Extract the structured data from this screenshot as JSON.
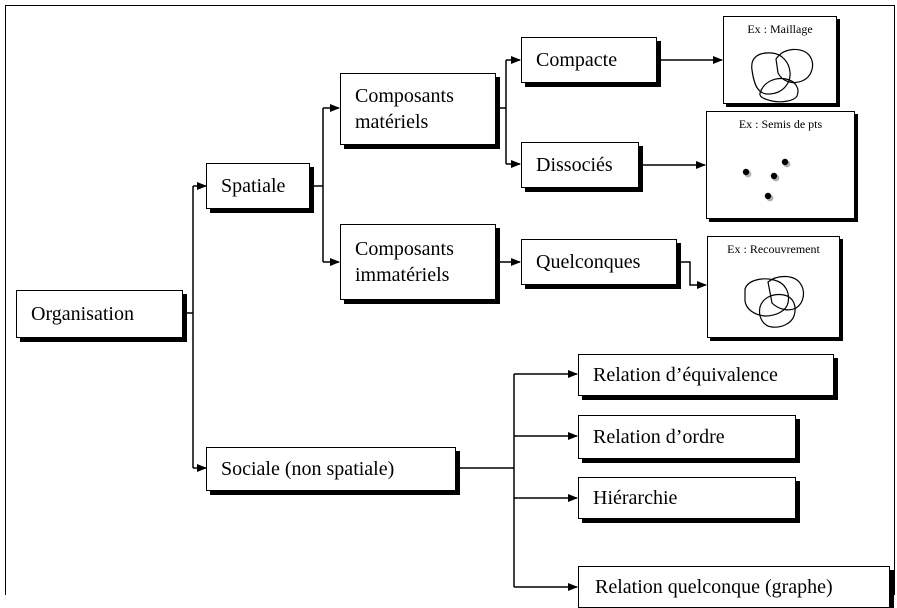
{
  "nodes": {
    "organisation": "Organisation",
    "spatiale": "Spatiale",
    "sociale": "Sociale (non spatiale)",
    "composants_materiels": [
      "Composants",
      "matériels"
    ],
    "composants_immateriels": [
      "Composants",
      "immatériels"
    ],
    "compacte": "Compacte",
    "dissocies": "Dissociés",
    "quelconques": "Quelconques",
    "relation_equivalence": "Relation d’équivalence",
    "relation_ordre": "Relation d’ordre",
    "hierarchie": "Hiérarchie",
    "relation_quelconque": "Relation quelconque (graphe)"
  },
  "examples": {
    "maillage": "Ex : Maillage",
    "semis": "Ex : Semis de pts",
    "recouvrement": "Ex : Recouvrement"
  }
}
